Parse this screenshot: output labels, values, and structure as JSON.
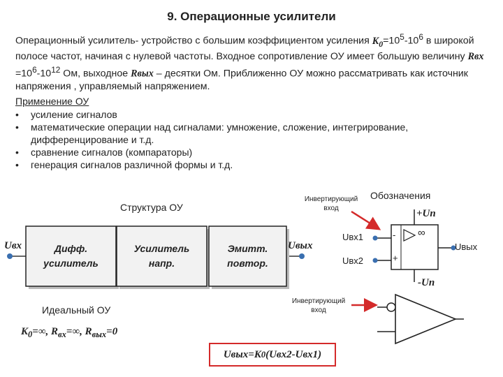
{
  "title": "9. Операционные усилители",
  "intro": {
    "p1": "Операционный усилитель- устройство с большим коэффициентом усиления ",
    "k0": "K",
    "k0_sub": "0",
    "p2": "=10",
    "p2_sup": "5",
    "p3": "-10",
    "p3_sup": "6",
    "p4": " в широкой полосе частот, начиная с нулевой частоты. Входное сопротивление ОУ имеет большую величину ",
    "rin": "Rвх",
    "p5": " =10",
    "p5_sup": "6",
    "p6": "-10",
    "p6_sup": "12",
    "p7": " Ом,  выходное ",
    "rout": "Rвых",
    "p8": " – десятки Ом. Приближенно ОУ можно рассматривать как источник напряжения , управляемый напряжением."
  },
  "applications": {
    "heading": "Применение ОУ",
    "items": [
      "усиление сигналов",
      "математические операции над сигналами: умножение, сложение, интегрирование, дифференцирование и т.д.",
      "сравнение сигналов (компараторы)",
      "генерация сигналов различной формы  и т.д."
    ]
  },
  "structure": {
    "title": "Структура ОУ",
    "input_label": "Uвх",
    "output_label": "Uвых",
    "blocks": [
      {
        "line1": "Дифф.",
        "line2": "усилитель"
      },
      {
        "line1": "Усилитель",
        "line2": "напр."
      },
      {
        "line1": "Эмитт.",
        "line2": "повтор."
      }
    ]
  },
  "notation": {
    "title": "Обозначения",
    "inverting_line1": "Инвертирующий",
    "inverting_line2": "вход",
    "plus_supply": "+Un",
    "minus_supply": "-Un",
    "in1": "Uвх1",
    "in2": "Uвх2",
    "out": "Uвых",
    "minus_sign": "-",
    "plus_sign": "+",
    "infinity": "∞"
  },
  "triangle": {
    "inverting_line1": "Инвертирующий",
    "inverting_line2": "вход"
  },
  "ideal": {
    "title": "Идеальный ОУ",
    "k": "K",
    "k_sub": "0",
    "eq1": "=∞, ",
    "r": "R",
    "r_sub": "вх",
    "eq2": "=∞, ",
    "r2": "R",
    "r2_sub": "вых",
    "eq3": "=0"
  },
  "formula": {
    "a": "Uвых=K",
    "sub": "0",
    "b": "(Uвх2-Uвх1)"
  },
  "colors": {
    "accent_red": "#d42a2a",
    "connector_blue": "#3a6fb0",
    "block_fill": "#f2f2f2"
  }
}
